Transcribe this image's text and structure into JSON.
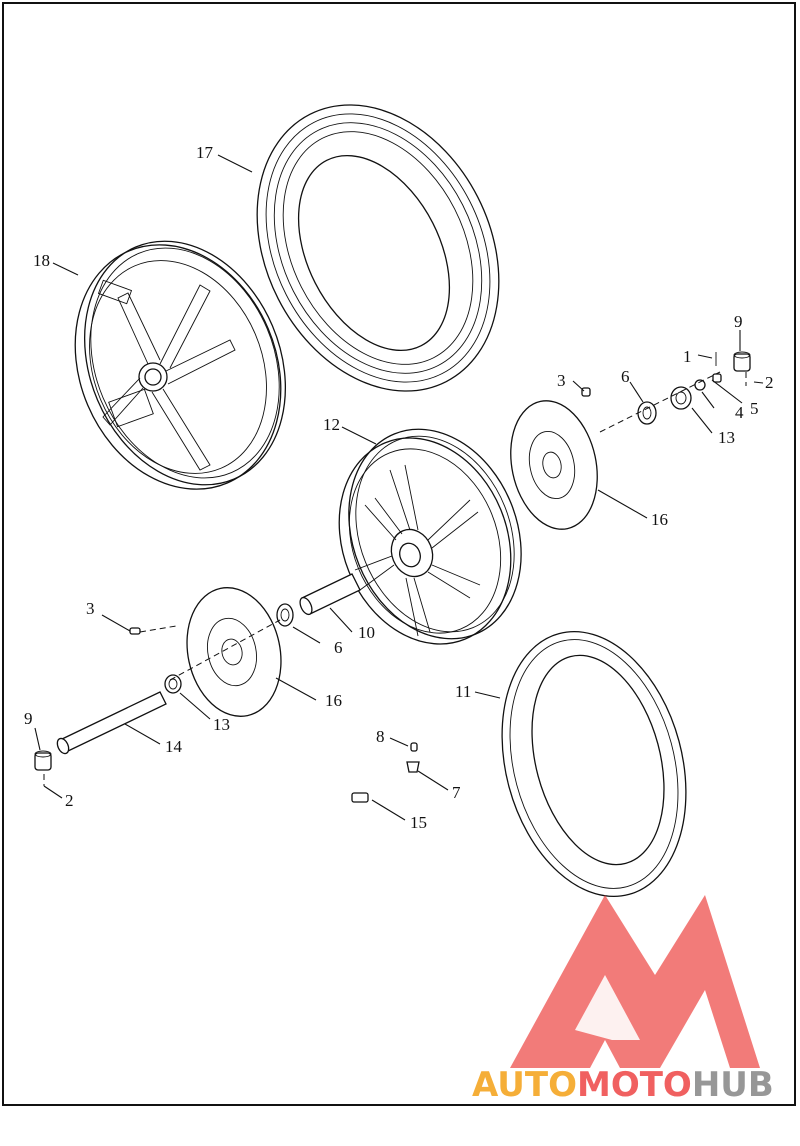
{
  "callouts": [
    {
      "id": "c17",
      "label": "17"
    },
    {
      "id": "c18",
      "label": "18"
    },
    {
      "id": "c12",
      "label": "12"
    },
    {
      "id": "c9a",
      "label": "9"
    },
    {
      "id": "c1",
      "label": "1"
    },
    {
      "id": "c2a",
      "label": "2"
    },
    {
      "id": "c3a",
      "label": "3"
    },
    {
      "id": "c6a",
      "label": "6"
    },
    {
      "id": "c4",
      "label": "4"
    },
    {
      "id": "c5",
      "label": "5"
    },
    {
      "id": "c13a",
      "label": "13"
    },
    {
      "id": "c16a",
      "label": "16"
    },
    {
      "id": "c3b",
      "label": "3"
    },
    {
      "id": "c10",
      "label": "10"
    },
    {
      "id": "c6b",
      "label": "6"
    },
    {
      "id": "c16b",
      "label": "16"
    },
    {
      "id": "c13b",
      "label": "13"
    },
    {
      "id": "c9b",
      "label": "9"
    },
    {
      "id": "c14",
      "label": "14"
    },
    {
      "id": "c2b",
      "label": "2"
    },
    {
      "id": "c11",
      "label": "11"
    },
    {
      "id": "c8",
      "label": "8"
    },
    {
      "id": "c7",
      "label": "7"
    },
    {
      "id": "c15",
      "label": "15"
    }
  ],
  "watermark": {
    "part1": "AUTO",
    "part2": "MOTO",
    "part3": "HUB",
    "colors": {
      "part1": "#f5a623",
      "part2": "#ef4f4f",
      "part3": "#8c8c8c",
      "logo": "#ef5350"
    }
  }
}
